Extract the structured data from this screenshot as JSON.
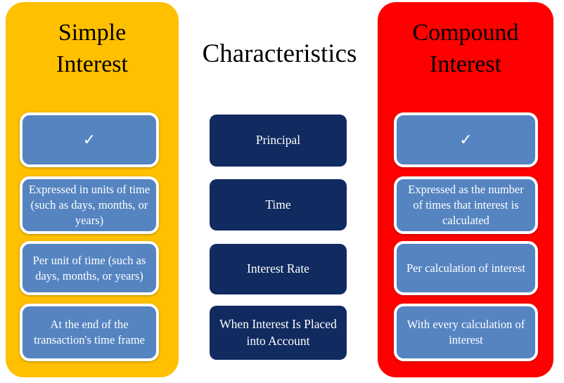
{
  "columns": {
    "simple": {
      "title": "Simple Interest",
      "items": [
        "✓",
        "Expressed in units of time (such as days, months, or years)",
        "Per unit of time (such as days, months, or years)",
        "At the end of the transaction's time frame"
      ]
    },
    "characteristics": {
      "title": "Characteristics",
      "items": [
        "Principal",
        "Time",
        "Interest Rate",
        "When Interest Is Placed into Account"
      ]
    },
    "compound": {
      "title": "Compound Interest",
      "items": [
        "✓",
        "Expressed as the number of times that interest is calculated",
        "Per calculation of interest",
        "With every calculation of interest"
      ]
    }
  },
  "colors": {
    "simple_panel_bg": "#FFC000",
    "compound_panel_bg": "#FE0000",
    "item_box_bg": "#5584C1",
    "item_box_border": "#FFFFFF",
    "characteristic_box_bg": "#112A60",
    "title_text": "#000000",
    "box_text": "#FFFFFF"
  }
}
